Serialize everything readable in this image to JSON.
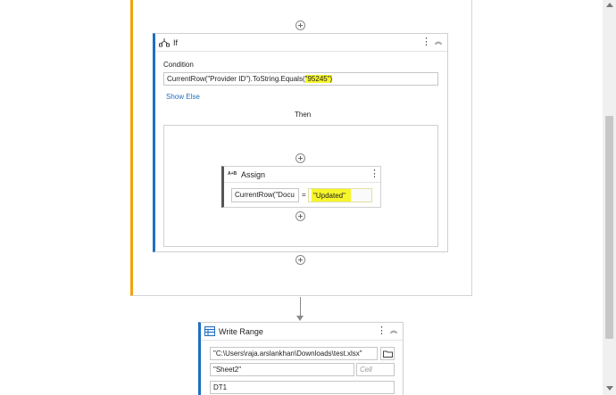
{
  "if_activity": {
    "title": "If",
    "condition_label": "Condition",
    "condition_value": "CurrentRow(\"Provider ID\").ToString.Equals(",
    "condition_highlight": "\"95245\")",
    "show_else": "Show Else",
    "then_label": "Then"
  },
  "assign_activity": {
    "title": "Assign",
    "icon_text": "A+B",
    "left_value": "CurrentRow(\"Docu",
    "equals": "=",
    "right_value": "\"Updated\""
  },
  "write_range": {
    "title": "Write Range",
    "path_value": "\"C:\\Users\\raja.arslankhan\\Downloads\\test.xlsx\"",
    "sheet_value": "\"Sheet2\"",
    "cell_placeholder": "Cell",
    "datatable_value": "DT1"
  },
  "colors": {
    "sequence_accent": "#f0a30a",
    "activity_accent": "#1f6fbf",
    "highlight": "#f5f52a",
    "link": "#1f6fbf"
  },
  "icons": [
    "add-activity-icon",
    "if-icon",
    "kebab-icon",
    "collapse-icon",
    "assign-icon",
    "write-range-icon",
    "folder-icon",
    "connector-arrow-icon"
  ]
}
